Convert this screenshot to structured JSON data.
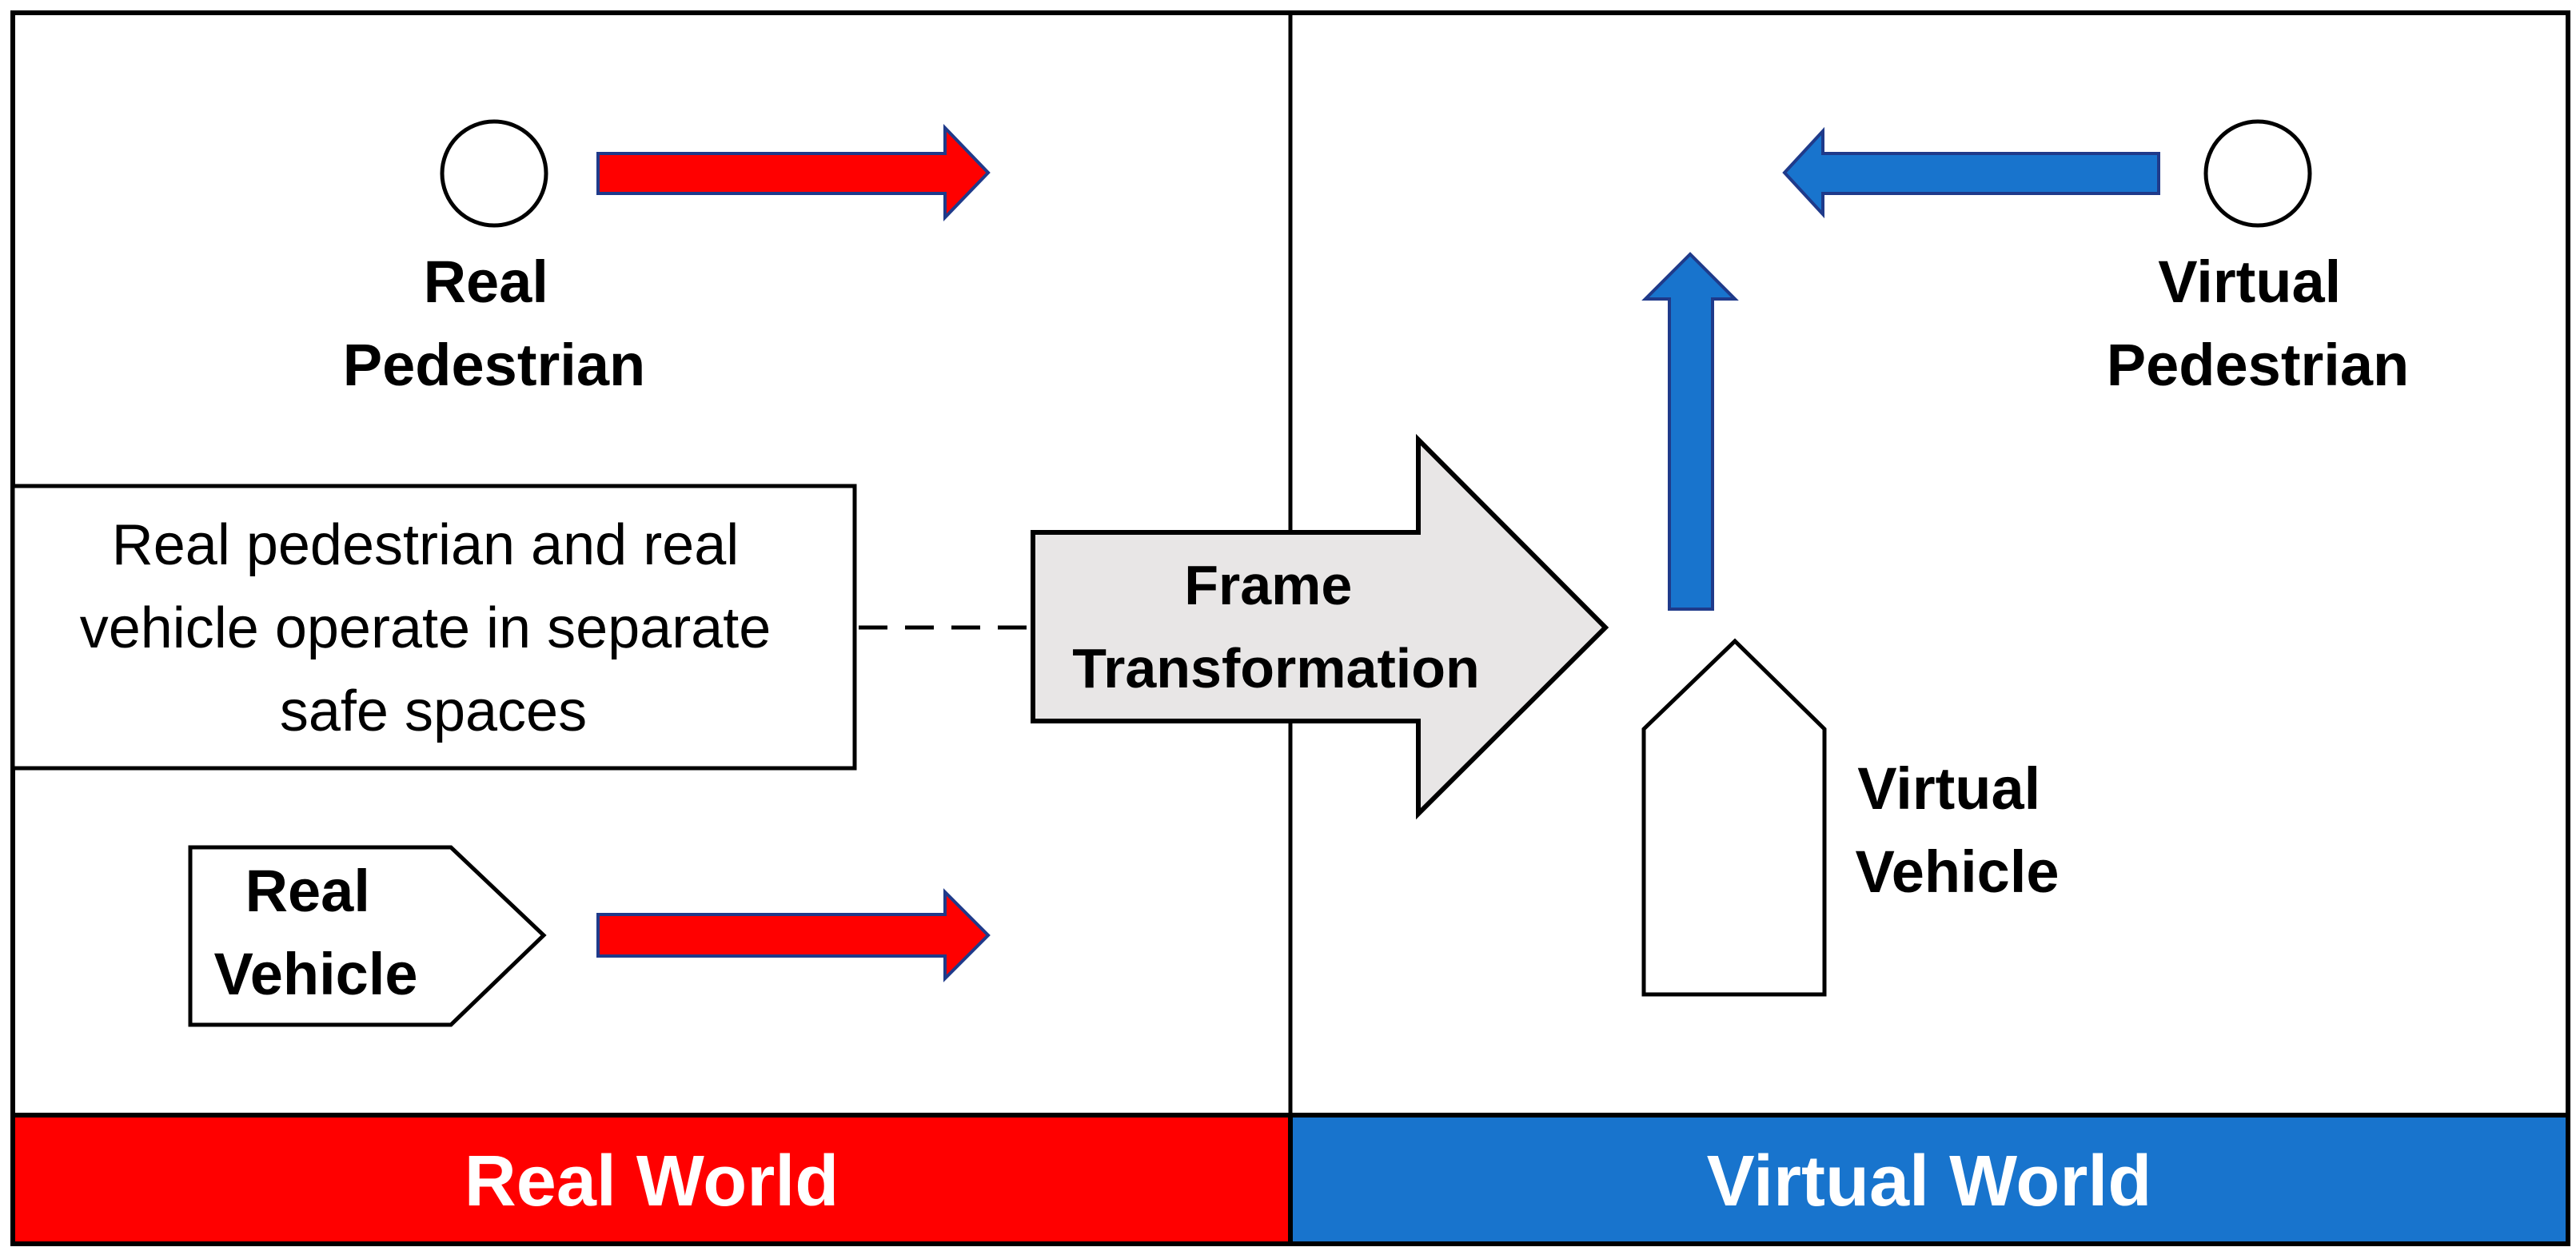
{
  "real_world": {
    "pedestrian_label": [
      "Real",
      "Pedestrian"
    ],
    "vehicle_label": [
      "Real",
      "Vehicle"
    ],
    "note_lines": [
      "Real pedestrian and real",
      "vehicle operate in separate",
      "safe spaces"
    ],
    "band_label": "Real World"
  },
  "transformation": {
    "label": [
      "Frame",
      "Transformation"
    ]
  },
  "virtual_world": {
    "pedestrian_label": [
      "Virtual",
      "Pedestrian"
    ],
    "vehicle_label": [
      "Virtual",
      "Vehicle"
    ],
    "band_label": "Virtual World"
  },
  "colors": {
    "real_accent": "#ff0000",
    "virtual_accent": "#1874cd",
    "arrow_outline": "#1f3a8a",
    "transform_fill": "#e8e6e6",
    "border": "#000000"
  }
}
